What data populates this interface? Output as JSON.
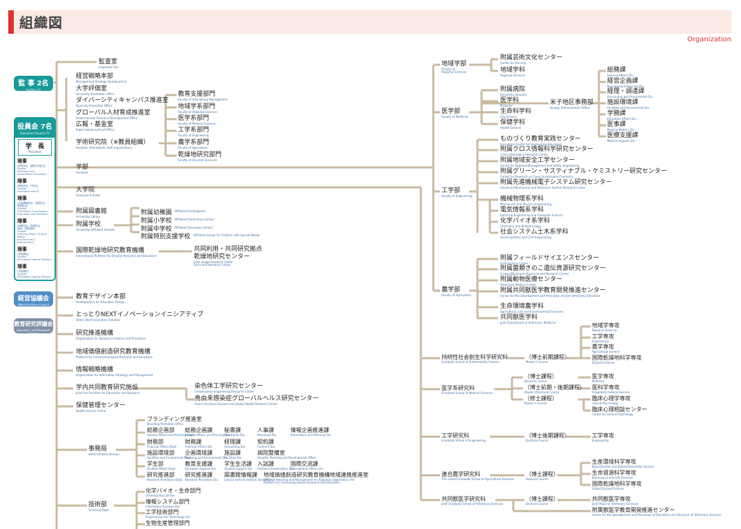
{
  "header": {
    "title": "組織図",
    "subtitle_en": "Organization"
  },
  "left": {
    "auditor": {
      "ja": "監 事 2名",
      "en": "Auditor (2)"
    },
    "exec": {
      "ja": "役員会 7名",
      "en": "Executive Council (7)"
    },
    "president": {
      "ja": "学　長",
      "en": "President"
    },
    "members": [
      {
        "ja": "理事",
        "en": "(研究担当、国際交流担当)\nTrustee\n(Research and\nInternational Exchange)"
      },
      {
        "ja": "理事",
        "en": "(教育担当、IT担当)\nTrustee\n(Education and IT)"
      },
      {
        "ja": "理事",
        "en": "(企画調整担当、評価担当、\n施設担当)\nTrustee\n(Planning & Coordination,\nEvaluation and Facilities)"
      },
      {
        "ja": "理事",
        "en": "(総務担当、財務担当、\n地域・附属病院)\nTrustee\n(General Affairs, Finance Affairs\nand Facilities & Environment)"
      },
      {
        "ja": "理事",
        "en": "(学長補佐)\nTrustee\n(President's Special Mission)"
      },
      {
        "ja": "理事",
        "en": "(学長補佐)\nTrustee\n(President's Special Mission)"
      }
    ],
    "mgmt": {
      "ja": "経営協議会",
      "en": "Administrative Council"
    },
    "edu": {
      "ja": "教育研究評議会",
      "en": "Education and Research Council"
    }
  },
  "col1": [
    {
      "ja": "監査室",
      "en": "Inspection Div."
    },
    {
      "ja": "経営戦略本部",
      "en": "Management Strategy Headquarters"
    },
    {
      "ja": "大学評価室",
      "en": "University Evaluation Office"
    },
    {
      "ja": "ダイバーシティキャンパス推進室",
      "en": "Diversity Promotion Office"
    },
    {
      "ja": "グローバル人材育成推進室",
      "en": "Global Human Resource Development Office"
    },
    {
      "ja": "広報・基金室",
      "en": "Public Relations/Fund Office"
    },
    {
      "ja": "学術研究院（※教員組織）",
      "en": "Faculties (※Academic staff organization)"
    },
    {
      "ja": "学部",
      "en": "Faculties"
    },
    {
      "ja": "大学院",
      "en": "Graduate Schools"
    },
    {
      "ja": "附属図書館",
      "en": "University Library"
    },
    {
      "ja": "附属学校",
      "en": "University-affiliated Schools"
    },
    {
      "ja": "国際乾燥地研究教育機構",
      "en": "International Platform for Dryland Research and Education"
    },
    {
      "ja": "教育デザイン本部",
      "en": "Headquarters for Education Design"
    },
    {
      "ja": "とっとりNEXTイノベーションイニシアティブ",
      "en": "Tottori Next Innovation Initiative"
    },
    {
      "ja": "研究推進機構",
      "en": "Organization for Research Initiative and Promotion"
    },
    {
      "ja": "地域価値創造研究教育機構",
      "en": "Platform for Community-based Research and Education"
    },
    {
      "ja": "情報戦略機構",
      "en": "Organization for Information Strategy and Management"
    },
    {
      "ja": "学内共同教育研究施設",
      "en": "Joint-Use Facilities for Education and Research"
    },
    {
      "ja": "保健管理センター",
      "en": "Health Service Center"
    },
    {
      "ja": "事務局",
      "en": "Administration Bureau"
    },
    {
      "ja": "技術部",
      "en": "Technical Dept."
    }
  ],
  "faculties_col": [
    {
      "ja": "教育支援部門",
      "en": "Faculty of Educational Management"
    },
    {
      "ja": "地域学系部門",
      "en": "Faculty of Regional Sciences"
    },
    {
      "ja": "医学系部門",
      "en": "Faculty of Medical Sciences"
    },
    {
      "ja": "工学系部門",
      "en": "Faculty of Engineering"
    },
    {
      "ja": "農学系部門",
      "en": "Faculty of Agriculture"
    },
    {
      "ja": "乾燥地研究部門",
      "en": "Faculty of Dry-land Sciences"
    }
  ],
  "schools": [
    {
      "ja": "附属幼稚園",
      "en": "Affiliated Kindergarten"
    },
    {
      "ja": "附属小学校",
      "en": "Affiliated Elementary School"
    },
    {
      "ja": "附属中学校",
      "en": "Affiliated Secondary School"
    },
    {
      "ja": "附属特別支援学校",
      "en": "Affiliated School for Children with Special Needs"
    }
  ],
  "dryland": {
    "ja1": "共同利用・共同研究拠点",
    "ja2": "乾燥地研究センター",
    "en": "Joint Usage Research Center\nArid Land Research Center"
  },
  "jointuse": [
    {
      "ja": "染色体工学研究センター",
      "en": "Chromosome Engineering Research Center"
    },
    {
      "ja": "鳥由来感染症グローバルヘルス研究センター",
      "en": "Avian Infectious Disease and Global Health Research Center"
    }
  ],
  "admin": {
    "branding": {
      "ja": "ブランディング推進室",
      "en": "Branding Promotion Office"
    },
    "grid": [
      [
        {
          "ja": "総務企画部",
          "en": "General Affairs and Planning Dept."
        },
        {
          "ja": "総務企画課",
          "en": "General Affairs and Planning Div."
        },
        {
          "ja": "秘書課",
          "en": "Secretarial Div."
        },
        {
          "ja": "人事課",
          "en": "Personnel Div."
        },
        {
          "ja": "情報企画推進課",
          "en": "Information and Planning Div."
        }
      ],
      [
        {
          "ja": "財務部",
          "en": "Financial Affairs Dept."
        },
        {
          "ja": "財務課",
          "en": "Financial Affairs Div."
        },
        {
          "ja": "経理課",
          "en": "Accounting Div."
        },
        {
          "ja": "契約課",
          "en": "Contract Div."
        }
      ],
      [
        {
          "ja": "施設環境部",
          "en": "Facilities and Environment Dept."
        },
        {
          "ja": "企画環境課",
          "en": "Planning and Environment Div."
        },
        {
          "ja": "施設課",
          "en": "Facilities Div."
        },
        {
          "ja": "病院整備室",
          "en": "Hospital Planning and Development Office"
        }
      ],
      [
        {
          "ja": "学生部",
          "en": "Student Affairs Dept."
        },
        {
          "ja": "教育支援課",
          "en": "Education Support Div."
        },
        {
          "ja": "学生生活課",
          "en": "Student Support Div."
        },
        {
          "ja": "入試課",
          "en": "Entrance Examination Div."
        },
        {
          "ja": "国際交流課",
          "en": "International Affairs Div."
        }
      ],
      [
        {
          "ja": "研究推進部",
          "en": "Research Promotion Dept."
        },
        {
          "ja": "研究推進課",
          "en": "Research Promotion Div."
        },
        {
          "ja": "図書館情報課",
          "en": "Library and Information Service Div."
        },
        {
          "ja": "地域価値創造研究教育機構地域連携推進室",
          "en": "Office of Planning and Management for Regional Cooperation, the Platform for Community-based Research and Education"
        }
      ]
    ]
  },
  "tech": [
    {
      "ja": "化学バイオ・生命部門",
      "en": "Chemical Bio Life Div."
    },
    {
      "ja": "情報システム部門",
      "en": "Information Systems Div."
    },
    {
      "ja": "工学技術部門",
      "en": "Engineering and Technology Div."
    },
    {
      "ja": "生物生産管理部門",
      "en": ""
    }
  ],
  "right": {
    "regional": {
      "ja": "地域学部",
      "en": "Faculty of\nRegional Sciences",
      "kids": [
        {
          "ja": "附属芸術文化センター",
          "en": "Center for the Arts"
        },
        {
          "ja": "地域学科",
          "en": "Regional Sciences"
        }
      ]
    },
    "medicine": {
      "ja": "医学部",
      "en": "Faculty of Medicine",
      "kids": [
        {
          "ja": "附属病院",
          "en": "University Hospital"
        },
        {
          "ja": "医学科",
          "en": "Medicine"
        },
        {
          "ja": "生命科学科",
          "en": "Life Science"
        },
        {
          "ja": "保健学科",
          "en": "Health Science"
        }
      ],
      "yonago": {
        "ja": "米子地区事務部",
        "en": "Yonago Administration Office"
      },
      "yonago_kids": [
        {
          "ja": "総務課",
          "en": "General Affairs Div."
        },
        {
          "ja": "経営企画課",
          "en": "Management Planning Div."
        },
        {
          "ja": "経理・調達課",
          "en": "Accounting and Procurement Div."
        },
        {
          "ja": "施設環境課",
          "en": "Facilities and Environment Div."
        },
        {
          "ja": "学務課",
          "en": "Education Affairs Div."
        },
        {
          "ja": "医事課",
          "en": "Medical Matters Div."
        },
        {
          "ja": "医療支援課",
          "en": "Medical Support Div."
        }
      ]
    },
    "engineering": {
      "ja": "工学部",
      "en": "Faculty of Engineering",
      "kids": [
        {
          "ja": "ものづくり教育実践センター",
          "en": "Innovation Center for Engineering Education"
        },
        {
          "ja": "附属クロス情報科学研究センター",
          "en": "Cross-informatics Research Center"
        },
        {
          "ja": "附属地域安全工学センター",
          "en": "Center for Regional Management and Safety Engineering"
        },
        {
          "ja": "附属グリーン・サスティナブル・ケミストリー研究センター",
          "en": "Center for Research on Green Sustainable Chemistry"
        },
        {
          "ja": "附属先進機械電子システム研究センター",
          "en": "Advanced Mechanical and Electronic System Research Center"
        },
        {
          "ja": "機械物理系学科",
          "en": "Mechanical and Physical Engineering"
        },
        {
          "ja": "電気情報系学科",
          "en": "Electrical Engineering and Computer Science"
        },
        {
          "ja": "化学バイオ系学科",
          "en": "Chemistry and Biotechnology"
        },
        {
          "ja": "社会システム土木系学科",
          "en": "Social Systems and Civil Engineering"
        }
      ]
    },
    "agriculture": {
      "ja": "農学部",
      "en": "Faculty of Agriculture",
      "kids": [
        {
          "ja": "附属フィールドサイエンスセンター",
          "en": "Field Science Center"
        },
        {
          "ja": "附属菌類きのこ遺伝資源研究センター",
          "en": "Fungus/Mushroom Resource and Research Center"
        },
        {
          "ja": "附属動物医療センター",
          "en": "Veterinary Medical Center"
        },
        {
          "ja": "附属共同獣医学教育開発推進センター",
          "en": "Center for the Development and Promotion of Joint Veterinary Education"
        },
        {
          "ja": "生命環境農学科",
          "en": "Agricultural, Life and Environmental Sciences"
        },
        {
          "ja": "共同獣医学科",
          "en": "Joint Department of Veterinary Medicine"
        }
      ]
    },
    "grad": [
      {
        "ja": "持続性社会創生科学研究科",
        "en": "Graduate School of Sustainability Science",
        "courses": [
          {
            "ja": "（博士前期課程）",
            "en": "Master's Course"
          }
        ],
        "majors": [
          {
            "ja": "地域学専攻",
            "en": "Regional Sciences"
          },
          {
            "ja": "工学専攻",
            "en": "Engineering"
          },
          {
            "ja": "農学専攻",
            "en": "Agricultural Science"
          },
          {
            "ja": "国際乾燥地科学専攻",
            "en": "Dryland Science"
          }
        ]
      },
      {
        "ja": "医学系研究科",
        "en": "Graduate School of Medical Sciences",
        "courses": [
          {
            "ja": "（博士課程）",
            "en": "Doctoral Course"
          },
          {
            "ja": "（博士前期・後期課程）",
            "en": "Master's/Doctoral Course"
          },
          {
            "ja": "（修士課程）",
            "en": "Master's Course"
          }
        ],
        "majors": [
          {
            "ja": "医学専攻",
            "en": "Medicine"
          },
          {
            "ja": "医科学専攻",
            "en": "Integrated medical Science"
          },
          {
            "ja": "臨床心理学専攻",
            "en": "Clinical Psychology"
          },
          {
            "ja": "臨床心理相談センター",
            "en": "Center for Clinical Psychology"
          }
        ]
      },
      {
        "ja": "工学研究科",
        "en": "Graduate School of Engineering",
        "courses": [
          {
            "ja": "（博士後期課程）",
            "en": "Doctoral Course"
          }
        ],
        "majors": [
          {
            "ja": "工学専攻",
            "en": "Engineering"
          }
        ]
      },
      {
        "ja": "連合農学研究科",
        "en": "The United Graduate School of Agricultural Sciences",
        "courses": [
          {
            "ja": "（博士課程）",
            "en": "Doctoral Course"
          }
        ],
        "majors": [
          {
            "ja": "生産環境科学専攻",
            "en": "Bioproduction and Bioenvironmental Science"
          },
          {
            "ja": "生命資源科学専攻",
            "en": "Bioresource and Life Sciences"
          },
          {
            "ja": "国際乾燥地科学専攻",
            "en": "Global Dryland Science"
          }
        ]
      },
      {
        "ja": "共同獣医学研究科",
        "en": "Joint Graduate School of Veterinary Sciences",
        "courses": [
          {
            "ja": "（博士課程）",
            "en": "Doctoral Course"
          }
        ],
        "majors": [
          {
            "ja": "共同獣医学専攻",
            "en": "Joint Major of Veterinary Sciences"
          },
          {
            "ja": "附属獣医学教育開発推進センター",
            "en": "Center for the Development and Promotion of Education and Research of Veterinary Sciences"
          }
        ]
      }
    ]
  }
}
